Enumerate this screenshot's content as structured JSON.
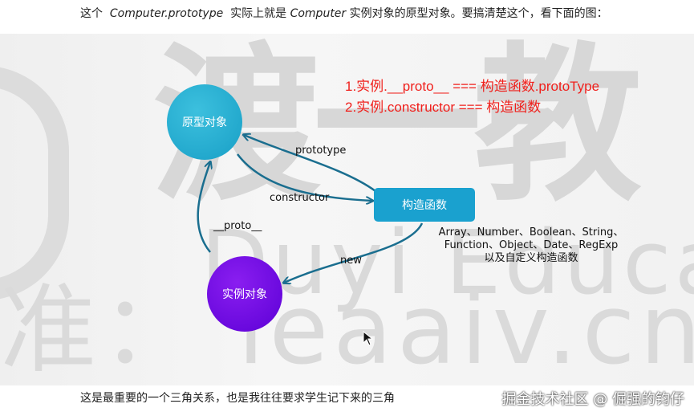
{
  "top_text": {
    "prefix": "这个",
    "code1": "Computer.prototype",
    "middle": "实际上就是",
    "code2": "Computer",
    "suffix": "实例对象的原型对象。要搞清楚这个，看下面的图："
  },
  "watermark": {
    "cn": "渡一教",
    "en": "Duyi Educat",
    "url": "准：  leaaiv.cn"
  },
  "diagram": {
    "prototype_object": "原型对象",
    "constructor_node": "构造函数",
    "instance_object": "实例对象",
    "edge_prototype": "prototype",
    "edge_constructor": "constructor",
    "edge_proto": "__proto__",
    "edge_new": "new",
    "rule1": "1.实例.__proto__ === 构造函数.protoType",
    "rule2": "2.实例.constructor === 构造函数",
    "types_line1": "Array、Number、Boolean、String、",
    "types_line2": "Function、Object、Date、RegExp",
    "types_line3": "以及自定义构造函数"
  },
  "bottom_text": "这是最重要的一个三角关系，也是我往往要求学生记下来的三角",
  "footer": "掘金技术社区 @ 倔强的钧仔",
  "colors": {
    "prototype_circle": "#1fa8d2",
    "constructor_box": "#1aa1cf",
    "instance_circle": "#6a00e0",
    "arrow": "#1a6e8f",
    "rule_text": "#f0201c"
  }
}
